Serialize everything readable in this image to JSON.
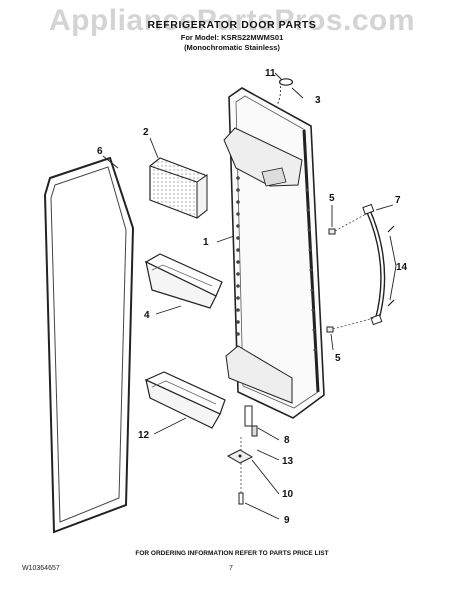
{
  "watermark": "AppliancePartsPros.com",
  "header": {
    "title": "REFRIGERATOR DOOR PARTS",
    "model_line": "For Model: KSRS22MWMS01",
    "variant_line": "(Monochromatic Stainless)"
  },
  "callouts": {
    "c1": "1",
    "c2": "2",
    "c3": "3",
    "c4": "4",
    "c5a": "5",
    "c5b": "5",
    "c6": "6",
    "c7": "7",
    "c8": "8",
    "c9": "9",
    "c10": "10",
    "c11": "11",
    "c12": "12",
    "c13": "13",
    "c14": "14"
  },
  "footer": {
    "note": "FOR ORDERING INFORMATION REFER TO PARTS PRICE LIST",
    "doc_number": "W10364657",
    "page_number": "7"
  }
}
